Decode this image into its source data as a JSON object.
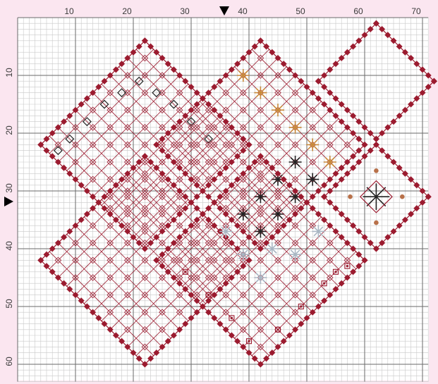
{
  "pattern": {
    "colors": {
      "background": "#fbe6f0",
      "paper": "#ffffff",
      "grid_minor": "#c9c9c9",
      "grid_major": "#6a6a6a",
      "thread_red": "#9b1b2f",
      "thread_red_light": "#c98a93",
      "thread_gold": "#c88a3a",
      "thread_black": "#222222",
      "thread_silver": "#a9b6c3",
      "thread_cream": "#f3e7b7",
      "bead": "#b8714a"
    },
    "icons": {
      "top_marker": "triangle-down-icon",
      "left_marker": "triangle-right-icon"
    },
    "x_axis_labels": [
      "10",
      "20",
      "30",
      "40",
      "50",
      "60",
      "70"
    ],
    "y_axis_labels": [
      "10",
      "20",
      "30",
      "40",
      "50",
      "60"
    ],
    "center_marker": {
      "column": 37,
      "row": 33
    },
    "motifs": [
      "diagonal-block-top-left",
      "diagonal-block-top-right",
      "outline-diamond-right",
      "bead-medallion",
      "diagonal-block-bottom-left",
      "diagonal-block-bottom-center"
    ]
  }
}
